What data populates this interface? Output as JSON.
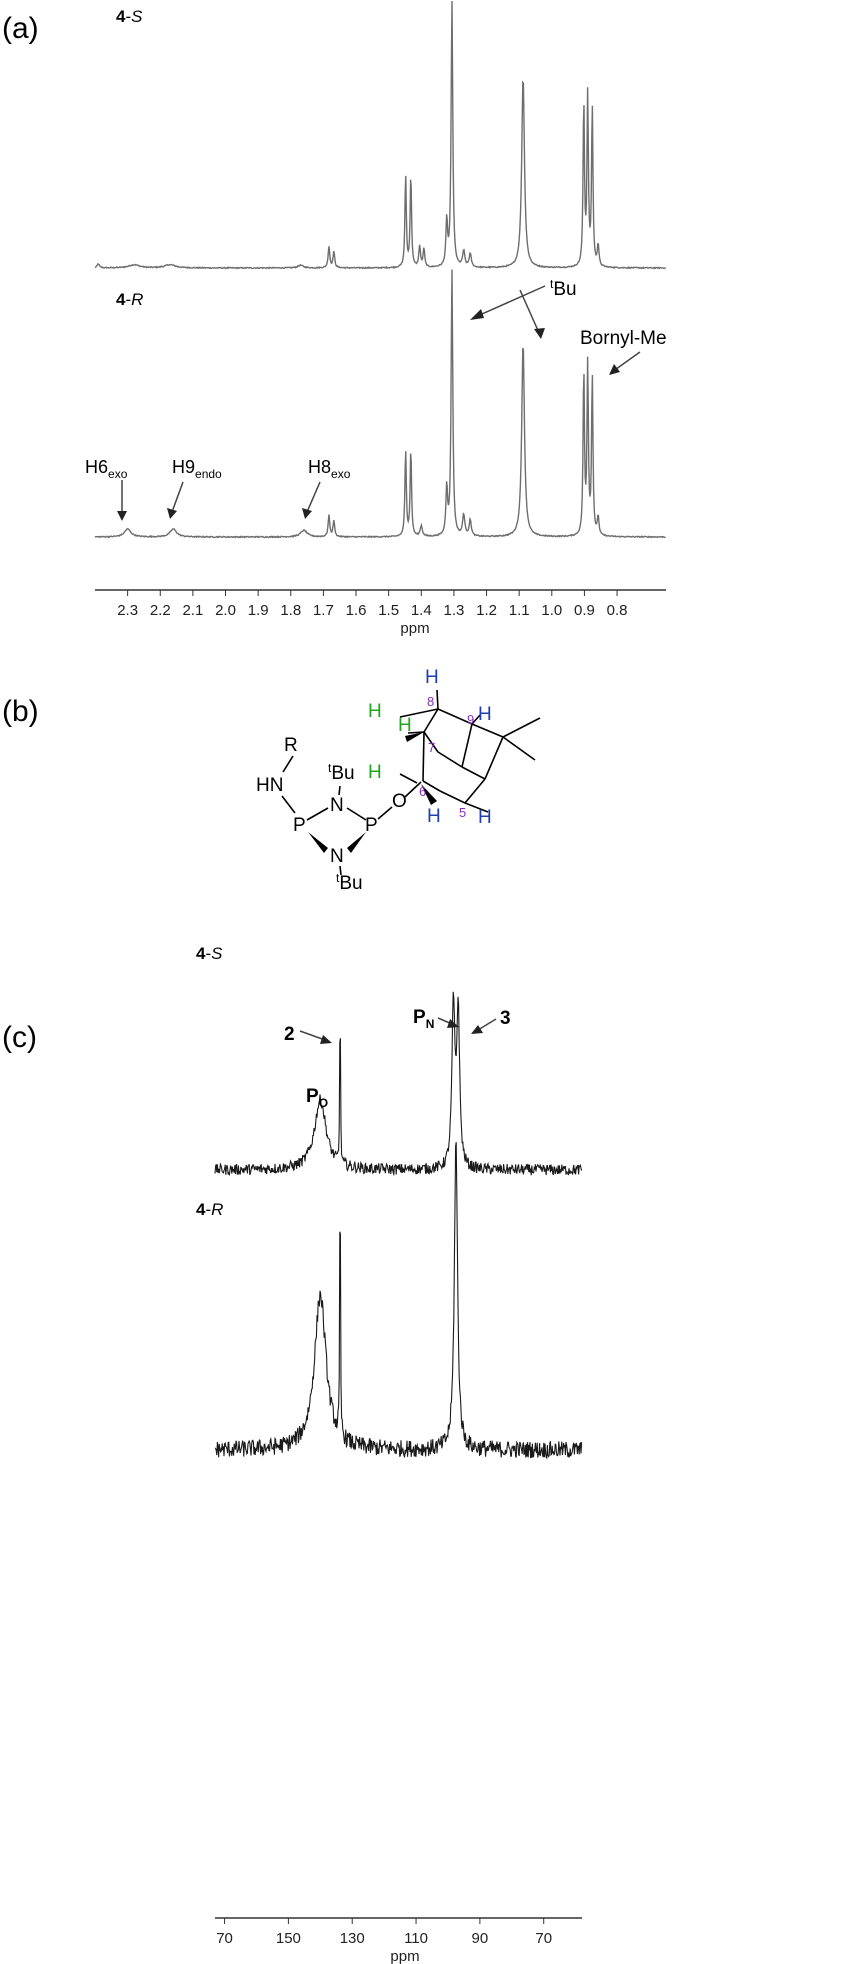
{
  "panels": {
    "a": {
      "label": "(a)"
    },
    "b": {
      "label": "(b)"
    },
    "c": {
      "label": "(c)"
    }
  },
  "nmr_1h": {
    "traces": [
      {
        "bold": "4",
        "italic": "S"
      },
      {
        "bold": "4",
        "italic": "R"
      }
    ],
    "annotations": {
      "tbu_sup": "t",
      "tbu_main": "Bu",
      "bornyl": "Bornyl-Me",
      "h6_main": "H6",
      "h6_sub": "exo",
      "h9_main": "H9",
      "h9_sub": "endo",
      "h8_main": "H8",
      "h8_sub": "exo"
    }
  },
  "structure": {
    "R": "R",
    "HN": "HN",
    "P_left": "P",
    "P_right": "P",
    "N_top": "N",
    "N_bottom": "N",
    "tBu_top_sup": "t",
    "tBu_top": "Bu",
    "tBu_bottom_sup": "t",
    "tBu_bottom": "Bu",
    "O": "O",
    "H": "H",
    "numbers": [
      "8",
      "9",
      "7",
      "6",
      "5"
    ]
  },
  "nmr_31p": {
    "traces": [
      {
        "bold": "4",
        "italic": "S"
      },
      {
        "bold": "4",
        "italic": "R"
      }
    ],
    "annotations": {
      "peak2": "2",
      "peak3": "3",
      "PN_main": "P",
      "PN_sub": "N",
      "PO_main": "P",
      "PO_sub": "O"
    }
  },
  "colors": {
    "trace_1h": "#6e6e6e",
    "trace_31p": "#1a1a1a",
    "green_H": "#22a422",
    "blue_H": "#1f3fb0",
    "purple_num": "#8a2bc2"
  },
  "chart_data": [
    {
      "type": "line",
      "title": "",
      "xlabel": "ppm",
      "ylabel": "",
      "x_reversed": true,
      "xlim": [
        2.4,
        0.65
      ],
      "tick_labels": [
        "2.3",
        "2.2",
        "2.1",
        "2.0",
        "1.9",
        "1.8",
        "1.7",
        "1.6",
        "1.5",
        "1.4",
        "1.3",
        "1.2",
        "1.1",
        "1.0",
        "0.9",
        "0.8"
      ],
      "grid": false,
      "series": [
        {
          "name": "4-S",
          "peaks": [
            {
              "x": 2.39,
              "y": 0.015,
              "w": 0.004
            },
            {
              "x": 2.28,
              "y": 0.012,
              "w": 0.02
            },
            {
              "x": 2.17,
              "y": 0.012,
              "w": 0.02
            },
            {
              "x": 1.77,
              "y": 0.01,
              "w": 0.01
            },
            {
              "x": 1.683,
              "y": 0.08,
              "w": 0.003
            },
            {
              "x": 1.668,
              "y": 0.06,
              "w": 0.003
            },
            {
              "x": 1.448,
              "y": 0.35,
              "w": 0.0025
            },
            {
              "x": 1.432,
              "y": 0.35,
              "w": 0.0025
            },
            {
              "x": 1.405,
              "y": 0.08,
              "w": 0.003
            },
            {
              "x": 1.392,
              "y": 0.07,
              "w": 0.003
            },
            {
              "x": 1.322,
              "y": 0.17,
              "w": 0.003
            },
            {
              "x": 1.306,
              "y": 1.0,
              "w": 0.003
            },
            {
              "x": 1.27,
              "y": 0.06,
              "w": 0.004
            },
            {
              "x": 1.25,
              "y": 0.05,
              "w": 0.004
            },
            {
              "x": 1.088,
              "y": 0.72,
              "w": 0.005
            },
            {
              "x": 0.902,
              "y": 0.62,
              "w": 0.0025
            },
            {
              "x": 0.89,
              "y": 0.64,
              "w": 0.0025
            },
            {
              "x": 0.876,
              "y": 0.6,
              "w": 0.0025
            },
            {
              "x": 0.858,
              "y": 0.08,
              "w": 0.003
            }
          ]
        },
        {
          "name": "4-R",
          "peaks": [
            {
              "x": 2.3,
              "y": 0.03,
              "w": 0.012
            },
            {
              "x": 2.16,
              "y": 0.03,
              "w": 0.012
            },
            {
              "x": 1.76,
              "y": 0.025,
              "w": 0.012
            },
            {
              "x": 1.683,
              "y": 0.08,
              "w": 0.003
            },
            {
              "x": 1.668,
              "y": 0.06,
              "w": 0.003
            },
            {
              "x": 1.448,
              "y": 0.33,
              "w": 0.0025
            },
            {
              "x": 1.432,
              "y": 0.33,
              "w": 0.0025
            },
            {
              "x": 1.4,
              "y": 0.04,
              "w": 0.004
            },
            {
              "x": 1.322,
              "y": 0.18,
              "w": 0.003
            },
            {
              "x": 1.306,
              "y": 1.0,
              "w": 0.003
            },
            {
              "x": 1.27,
              "y": 0.08,
              "w": 0.004
            },
            {
              "x": 1.25,
              "y": 0.06,
              "w": 0.004
            },
            {
              "x": 1.088,
              "y": 0.73,
              "w": 0.005
            },
            {
              "x": 0.902,
              "y": 0.62,
              "w": 0.0025
            },
            {
              "x": 0.89,
              "y": 0.64,
              "w": 0.0025
            },
            {
              "x": 0.876,
              "y": 0.6,
              "w": 0.0025
            },
            {
              "x": 0.858,
              "y": 0.07,
              "w": 0.003
            }
          ]
        }
      ]
    },
    {
      "type": "line",
      "title": "",
      "xlabel": "ppm",
      "ylabel": "",
      "x_reversed": true,
      "xlim": [
        173,
        58
      ],
      "tick_labels": [
        "70",
        "150",
        "130",
        "110",
        "90",
        "70"
      ],
      "tick_values": [
        170,
        150,
        130,
        110,
        90,
        70
      ],
      "grid": false,
      "series": [
        {
          "name": "4-S",
          "peaks": [
            {
              "x": 140,
              "y": 0.35,
              "w": 2.2
            },
            {
              "x": 133.8,
              "y": 1.0,
              "w": 0.12
            },
            {
              "x": 98.3,
              "y": 0.8,
              "w": 0.55
            },
            {
              "x": 96.8,
              "y": 0.78,
              "w": 0.55
            }
          ]
        },
        {
          "name": "4-R",
          "peaks": [
            {
              "x": 140,
              "y": 0.5,
              "w": 2.2
            },
            {
              "x": 133.8,
              "y": 1.0,
              "w": 0.12
            },
            {
              "x": 97.5,
              "y": 1.0,
              "w": 0.6
            }
          ]
        }
      ]
    }
  ]
}
